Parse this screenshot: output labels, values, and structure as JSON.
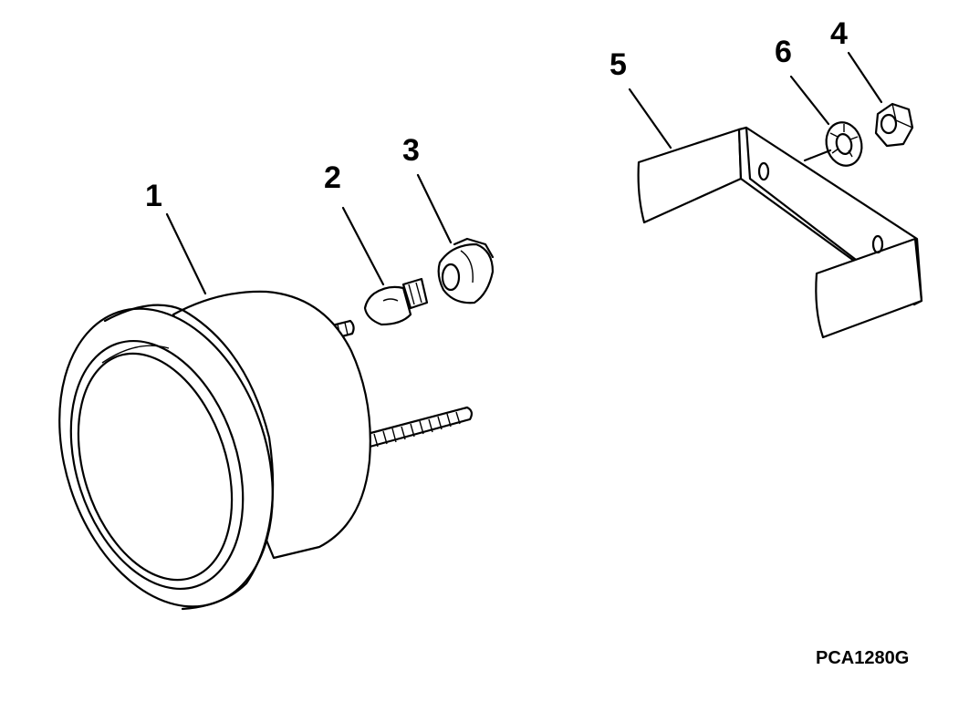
{
  "callouts": {
    "c1": "1",
    "c2": "2",
    "c3": "3",
    "c4": "4",
    "c5": "5",
    "c6": "6"
  },
  "figure_id": "PCA1280G"
}
